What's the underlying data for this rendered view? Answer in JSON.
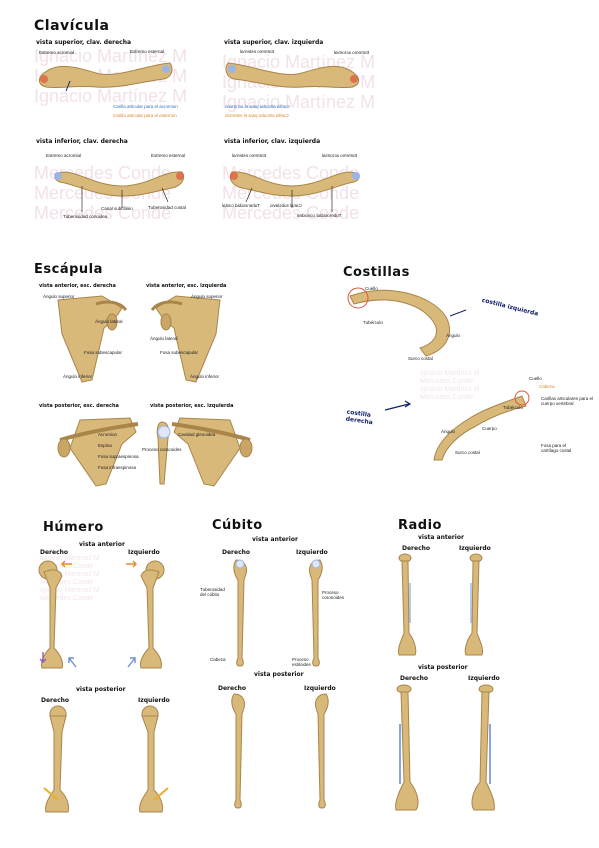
{
  "watermark": {
    "name_a": "Ignacio Martínez M",
    "name_b": "Mercedes Conde"
  },
  "clavicula": {
    "title": "Clavícula",
    "views": {
      "sup_der": {
        "caption": "vista superior, clav. derecha",
        "labels": [
          "Extremo acromial",
          "Extremo esternal"
        ],
        "legend_blue": "Carilla articular para el acromion",
        "legend_orange": "Carilla articular para el esternón"
      },
      "sup_izq": {
        "caption": "vista superior, clav. izquierda",
        "labels": [
          "Extremo acromial",
          "Extremo esternal"
        ],
        "legend_blue": "Carilla articular para el acromion",
        "legend_orange": "Carilla articular para el esternón"
      },
      "inf_der": {
        "caption": "vista inferior, clav. derecha",
        "labels": [
          "Extremo acromial",
          "Extremo esternal",
          "Canal subclavio",
          "Tuberosidad costal",
          "Tuberosidad conoidea"
        ]
      },
      "inf_izq": {
        "caption": "vista inferior, clav. izquierda",
        "labels": [
          "Extremo acromial",
          "Extremo esternal",
          "Canal subclavio",
          "Tuberosidad costal",
          "Tuberosidad conoidea"
        ]
      }
    }
  },
  "escapula": {
    "title": "Escápula",
    "views": {
      "ant_der": {
        "caption": "vista anterior, esc. derecha"
      },
      "ant_izq": {
        "caption": "vista anterior, esc. izquierda"
      },
      "post_der": {
        "caption": "vista posterior, esc. derecha"
      },
      "post_izq": {
        "caption": "vista posterior, esc. izquierda"
      }
    },
    "labels": [
      "Ángulo superior",
      "Ángulo lateral",
      "Ángulo inferior",
      "Fosa subescapular",
      "Acromion",
      "Proceso coracoides",
      "Cavidad glenoidea",
      "Espina",
      "Fosa supraespinosa",
      "Fosa infraespinosa"
    ]
  },
  "costillas": {
    "title": "Costillas",
    "izquierda_note": "costilla izquierda",
    "derecha_note": "costilla derecha",
    "labels": [
      "Cuello",
      "Cabeza",
      "Tubérculo",
      "Carillas articulares para el cuerpo vertebral",
      "Ángulo",
      "Cuerpo",
      "Surco costal",
      "Fosa para el cartílago costal"
    ]
  },
  "humero": {
    "title": "Húmero",
    "anterior_caption": "vista anterior",
    "posterior_caption": "vista posterior",
    "right": "Derecho",
    "left": "Izquierdo"
  },
  "cubito": {
    "title": "Cúbito",
    "anterior_caption": "vista anterior",
    "posterior_caption": "vista posterior",
    "right": "Derecho",
    "left": "Izquierdo",
    "labels": [
      "Tuberosidad del cúbito",
      "Proceso coronoides",
      "Cabeza",
      "Proceso estiloides"
    ]
  },
  "radio": {
    "title": "Radio",
    "anterior_caption": "vista anterior",
    "posterior_caption": "vista posterior",
    "right": "Derecho",
    "left": "Izquierdo"
  },
  "colors": {
    "bone": "#d8b97a",
    "bone_dark": "#a9854a",
    "ink": "#13236b",
    "arrow_orange": "#e88a2a",
    "arrow_blue": "#6d8fd6",
    "arrow_purple": "#8a5cc0",
    "joint_blue": "#9bb4e8",
    "ring_red": "#e0553a"
  }
}
